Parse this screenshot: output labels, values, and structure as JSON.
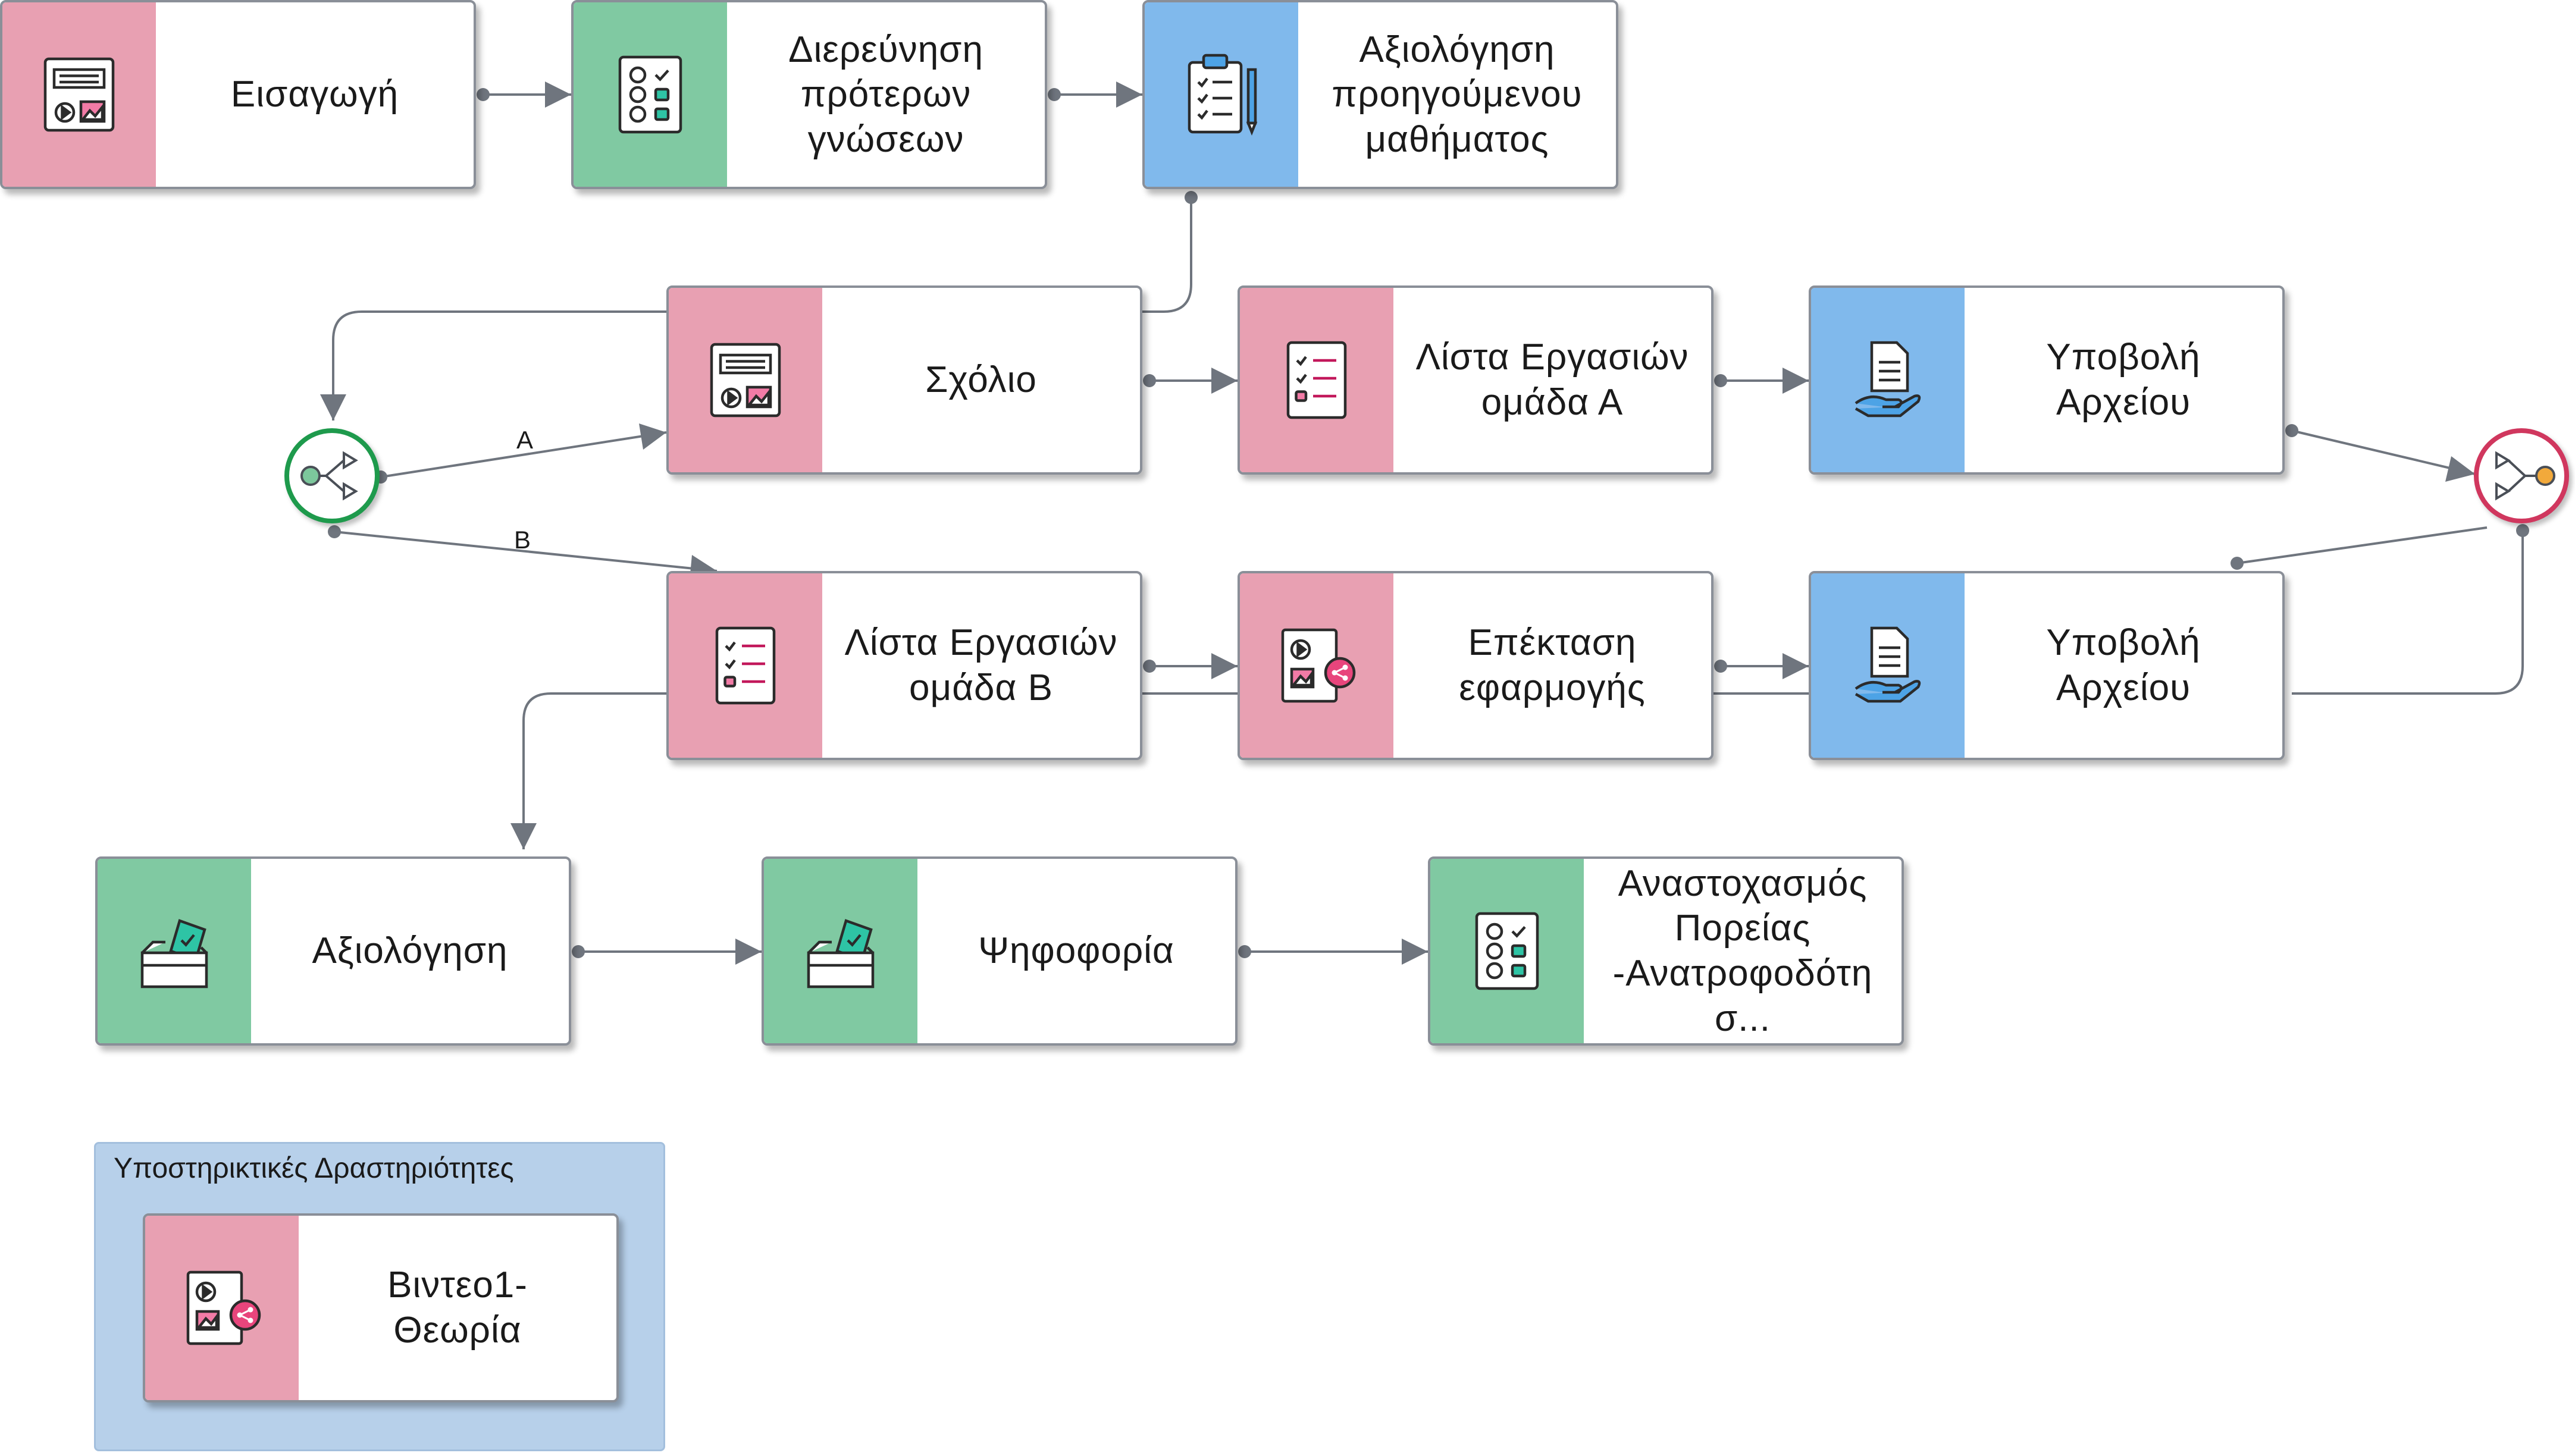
{
  "nodes": {
    "intro": "Εισαγωγή",
    "prior_knowledge": "Διερεύνηση\nπρότερων\nγνώσεων",
    "prev_lesson_eval": "Αξιολόγηση\nπροηγούμενου\nμαθήματος",
    "comment": "Σχόλιο",
    "tasks_a": "Λίστα Εργασιών\nομάδα Α",
    "upload_a": "Υποβολή\nΑρχείου",
    "tasks_b": "Λίστα Εργασιών\nομάδα Β",
    "extension": "Επέκταση\nεφαρμογής",
    "upload_b": "Υποβολή\nΑρχείου",
    "assessment": "Αξιολόγηση",
    "voting": "Ψηφοφορία",
    "reflection": "Αναστοχασμός\nΠορείας\n-Ανατροφοδότη\nσ...",
    "video_theory": "Βιντεο1-\nΘεωρία"
  },
  "support_panel": {
    "title": "Υποστηρικτικές Δραστηριότητες"
  },
  "branches": {
    "a": "A",
    "b": "B"
  },
  "icons": {
    "intro": "presentation-icon",
    "prior_knowledge": "survey-icon",
    "prev_lesson_eval": "clipboard-checklist-icon",
    "comment": "presentation-icon",
    "tasks_a": "checklist-icon",
    "upload_a": "hand-document-icon",
    "tasks_b": "checklist-icon",
    "extension": "media-share-icon",
    "upload_b": "hand-document-icon",
    "assessment": "ballot-box-icon",
    "voting": "ballot-box-icon",
    "reflection": "survey-icon",
    "video_theory": "media-share-icon"
  },
  "colors": {
    "pink": "#e8a0b2",
    "green": "#80c9a2",
    "blue": "#80b9ec",
    "split_gateway": "#1e9a4c",
    "merge_gateway": "#d0375e"
  }
}
